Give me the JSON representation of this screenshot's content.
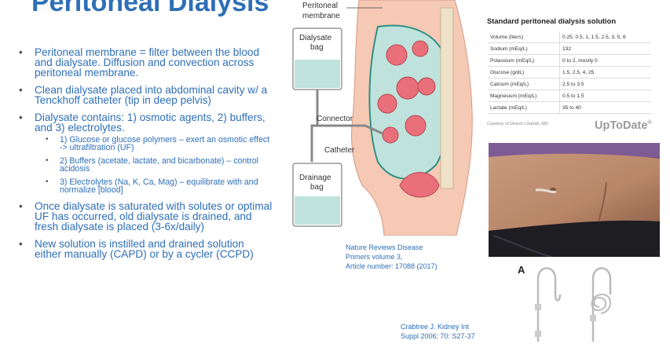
{
  "slide": {
    "title": "Peritoneal Dialysis",
    "bullets": [
      "Peritoneal membrane = filter between the blood and dialysate. Diffusion and convection across peritoneal membrane.",
      "Clean dialysate placed into abdominal cavity w/ a Tenckhoff catheter (tip in deep pelvis)",
      "Dialysate contains: 1) osmotic agents, 2) buffers, and 3) electrolytes.",
      "Once dialysate is saturated with solutes or optimal UF has occurred, old dialysate is drained, and fresh dialysate is placed (3-6x/daily)",
      "New solution is instilled and drained solution either manually (CAPD) or by a cycler (CCPD)"
    ],
    "sub_bullets": [
      "1) Glucose or glucose polymers – exert an osmotic effect -> ultrafiltration (UF)",
      "2) Buffers (acetate, lactate, and bicarbonate) – control acidosis",
      "3) Electrolytes (Na, K, Ca, Mag) – equilibrate with and normalize [blood]"
    ]
  },
  "diagram": {
    "labels": {
      "peritoneal_membrane_1": "Peritoneal",
      "peritoneal_membrane_2": "membrane",
      "dialysate_bag_1": "Dialysate",
      "dialysate_bag_2": "bag",
      "connector": "Connector",
      "catheter": "Catheter",
      "drainage_bag_1": "Drainage",
      "drainage_bag_2": "bag"
    },
    "citation": [
      "Nature Reviews Disease",
      "Primers volume 3,",
      "Article number: 17088 (2017)"
    ]
  },
  "solution_table": {
    "title": "Standard peritoneal dialysis solution",
    "rows": [
      [
        "Volume (liters)",
        "0.25, 0.5, 1, 1.5, 2.5, 3, 5, 6"
      ],
      [
        "Sodium (mEq/L)",
        "132"
      ],
      [
        "Potassium (mEq/L)",
        "0 to 2, mostly 0"
      ],
      [
        "Glucose (g/dL)",
        "1.5, 2.5, 4, 25"
      ],
      [
        "Calcium (mEq/L)",
        "2.5 to 3.5"
      ],
      [
        "Magnesium (mEq/L)",
        "0.5 to 1.5"
      ],
      [
        "Lactate (mEq/L)",
        "35 to 40"
      ]
    ],
    "courtesy": "Courtesy of Dinesh Chatoth, MD.",
    "brand": "UpToDate"
  },
  "catheter_figure": {
    "label": "A",
    "citation": [
      "Crabtree J. Kidney Int",
      "Suppl 2006; 70: S27-37"
    ]
  },
  "colors": {
    "accent": "#2e6fb7",
    "dialysate": "#bfe3dc",
    "teal": "#2f8f86",
    "organ": "#e9707a"
  }
}
